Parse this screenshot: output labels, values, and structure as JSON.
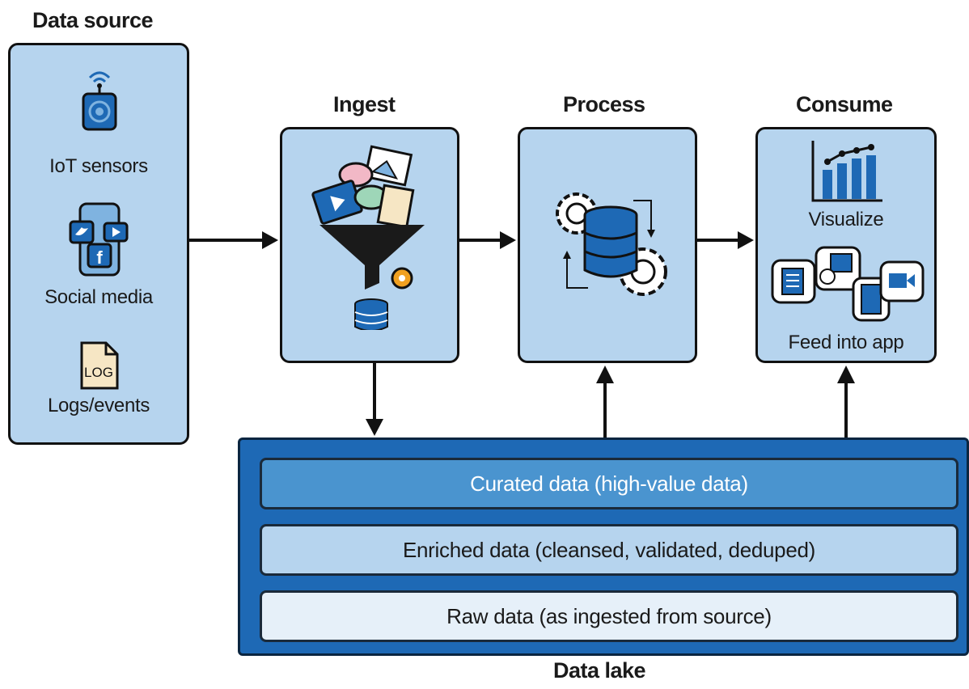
{
  "headings": {
    "data_source": "Data source",
    "ingest": "Ingest",
    "process": "Process",
    "consume": "Consume",
    "data_lake": "Data lake"
  },
  "sources": [
    {
      "label": "IoT sensors",
      "icon": "iot-sensor-icon"
    },
    {
      "label": "Social media",
      "icon": "social-media-phone-icon"
    },
    {
      "label": "Logs/events",
      "icon": "log-file-icon"
    }
  ],
  "log_icon_text": "LOG",
  "consume_items": {
    "visualize": "Visualize",
    "feed_into_app": "Feed into app"
  },
  "lake_layers": [
    {
      "label": "Curated data (high-value data)",
      "color": "#4a94cf",
      "text_color": "#ffffff"
    },
    {
      "label": "Enriched data (cleansed, validated, deduped)",
      "color": "#b6d4ee",
      "text_color": "#1a1a1a"
    },
    {
      "label": "Raw data (as ingested from source)",
      "color": "#e6f0f9",
      "text_color": "#1a1a1a"
    }
  ],
  "colors": {
    "panel": "#b6d4ee",
    "lake": "#1e69b5",
    "accent": "#1e69b5",
    "outline": "#111111"
  }
}
